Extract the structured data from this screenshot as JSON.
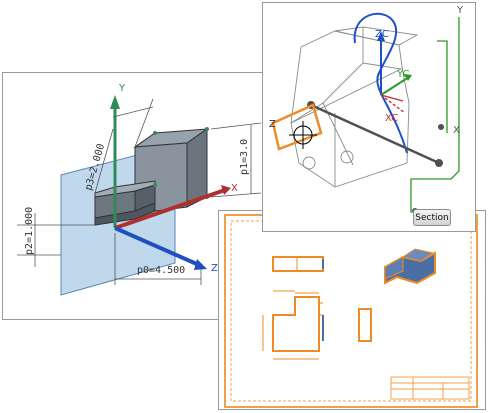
{
  "sketch_view": {
    "axes": {
      "y": "Y",
      "x": "X",
      "z": "Z"
    },
    "dimensions": {
      "p3": "p3=2.000",
      "p1": "p1=3.0",
      "p2": "p2=1.000",
      "p0": "p0=4.500"
    },
    "colors": {
      "y_axis": "#2e8b57",
      "x_axis": "#b03030",
      "z_axis": "#2050c0",
      "plane_fill": "#a9cbe6",
      "solid_face": "#7a8590"
    }
  },
  "section_view": {
    "axes": {
      "zc": "ZC",
      "yc": "YC",
      "xc": "XC",
      "z": "Z",
      "y": "Y",
      "x": "X"
    },
    "section_button": "Section",
    "colors": {
      "highlight": "#f08a24",
      "plane_green": "#2a9a2a",
      "curve_blue": "#2050d0"
    }
  },
  "drawing_view": {
    "colors": {
      "border": "#f0a04a",
      "part": "#f08a24",
      "fill_blue": "#4a6fa5"
    }
  }
}
